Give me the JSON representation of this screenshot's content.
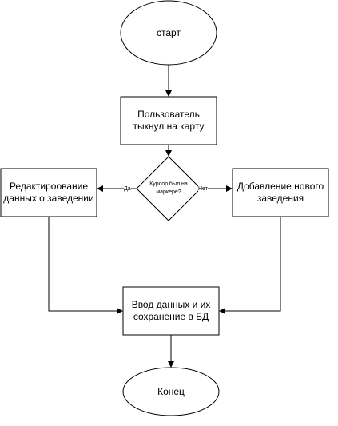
{
  "nodes": {
    "start": "старт",
    "user_tapped": "Пользователь тыкнул на карту",
    "decision": "Курсор был на маркере?",
    "edit": "Редактироование данных о заведении",
    "add_new": "Добавление нового заведения",
    "input_save": "Ввод данных и их сохранение в БД",
    "end": "Конец"
  },
  "edge_labels": {
    "yes": "Да",
    "no": "Нет"
  }
}
